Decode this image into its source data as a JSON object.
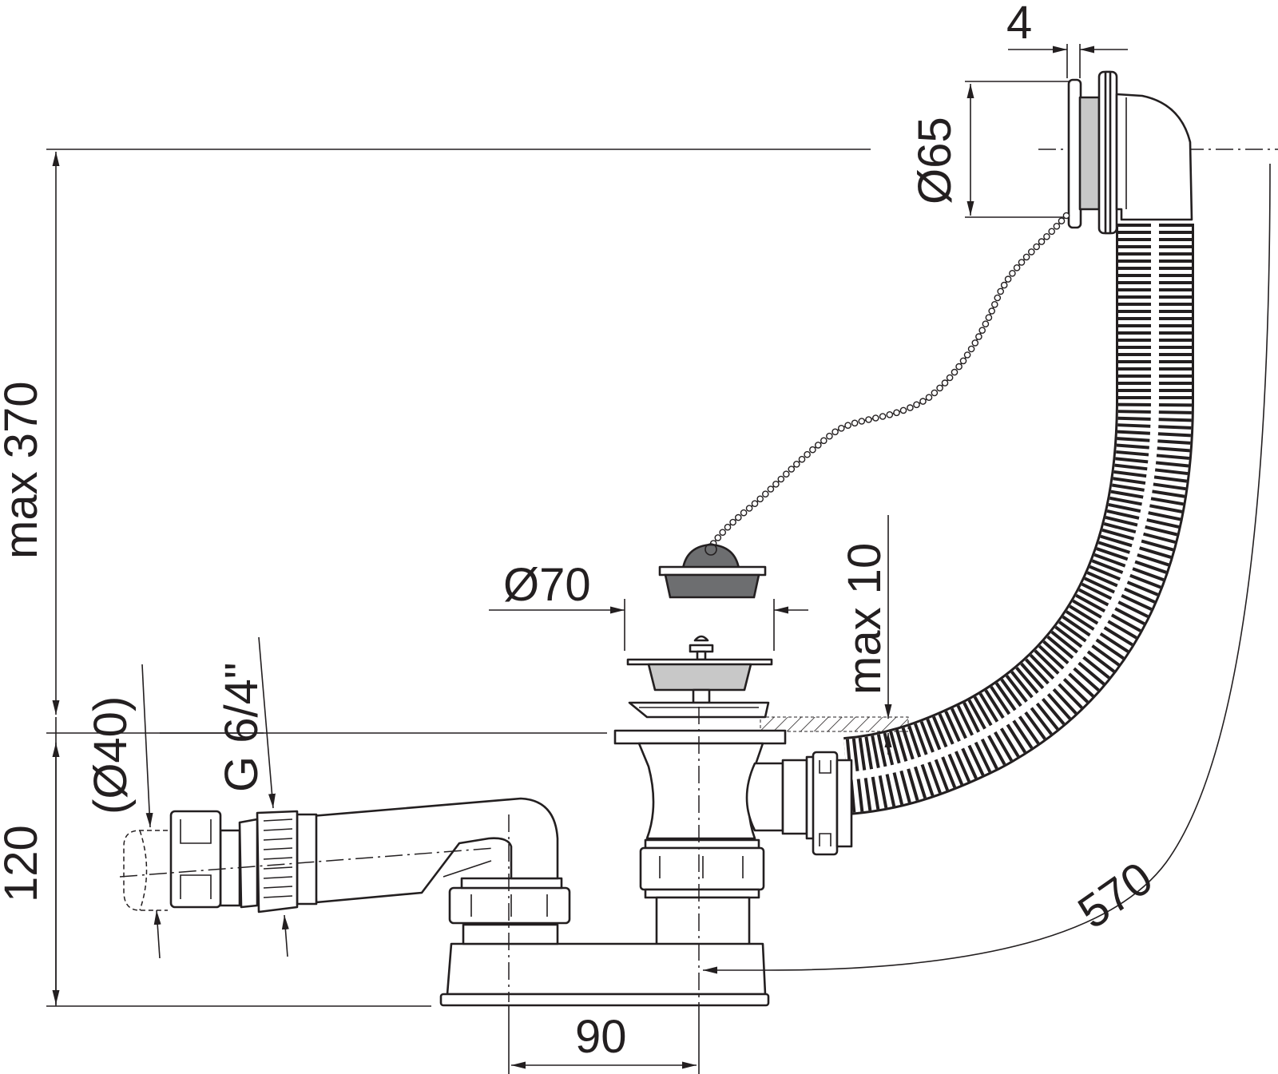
{
  "dimensions": {
    "overflow_gap": "4",
    "overflow_diameter": "Ø65",
    "max_height": "max 370",
    "plug_diameter": "Ø70",
    "max_thickness": "max 10",
    "outlet_diameter": "(Ø40)",
    "outlet_thread": "G 6/4\"",
    "base_height": "120",
    "pipe_length": "570",
    "trap_offset": "90"
  },
  "colors": {
    "line": "#231f20",
    "grey_fill": "#c8c8c8",
    "dark_fill": "#6d6e70",
    "background": "#ffffff"
  }
}
